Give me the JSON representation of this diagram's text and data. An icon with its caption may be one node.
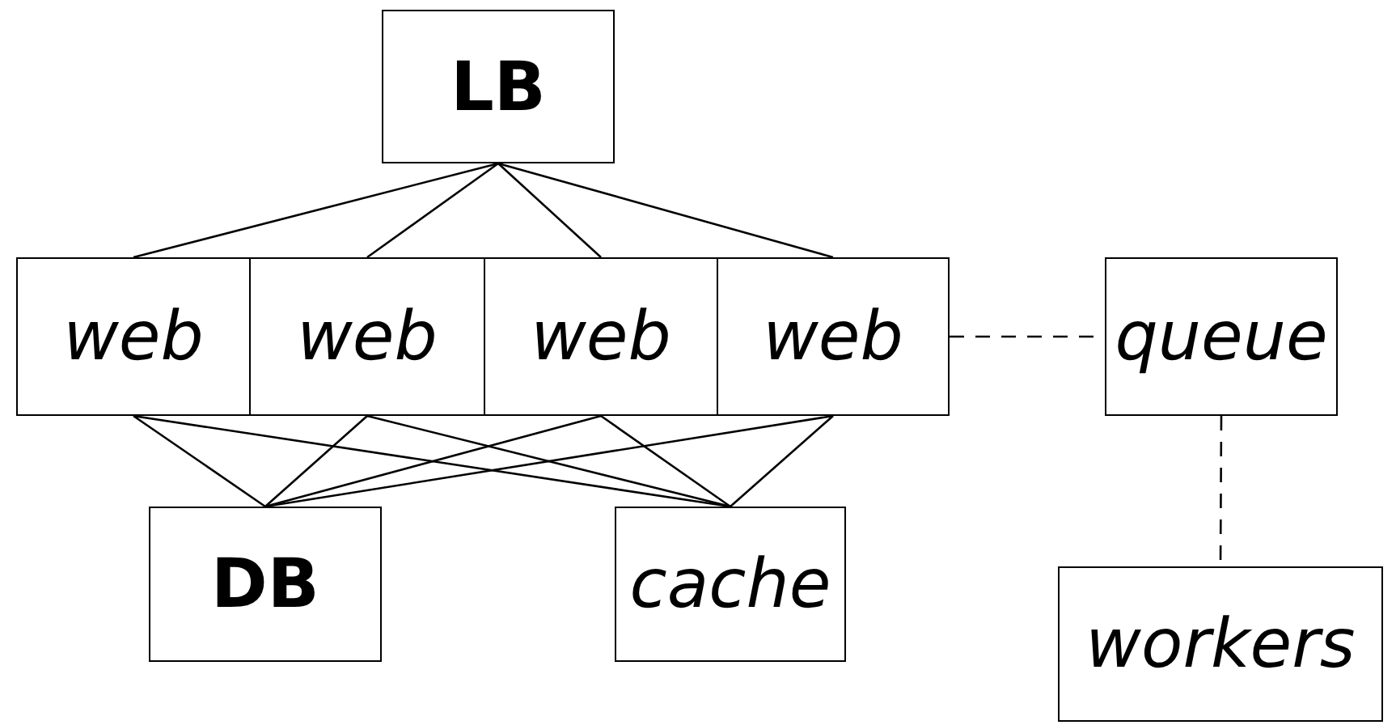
{
  "diagram": {
    "nodes": [
      {
        "text": [
          "LB"
        ]
      },
      {
        "text": [
          "web"
        ]
      },
      {
        "text": [
          "web"
        ]
      },
      {
        "text": [
          "web"
        ]
      },
      {
        "text": [
          "web"
        ]
      },
      {
        "text": [
          "queue"
        ]
      },
      {
        "text": [
          "DB"
        ]
      },
      {
        "text": [
          "cache"
        ]
      },
      {
        "text": [
          "workers"
        ]
      }
    ],
    "edges": [
      {
        "from": 0,
        "to": 1,
        "arrow": "none"
      },
      {
        "from": 0,
        "to": 2,
        "arrow": "none"
      },
      {
        "from": 0,
        "to": 3,
        "arrow": "none"
      },
      {
        "from": 0,
        "to": 4,
        "arrow": "none"
      },
      {
        "from": 1,
        "to": 6,
        "arrow": "none"
      },
      {
        "from": 1,
        "to": 7,
        "arrow": "none"
      },
      {
        "from": 2,
        "to": 6,
        "arrow": "none"
      },
      {
        "from": 2,
        "to": 7,
        "arrow": "none"
      },
      {
        "from": 3,
        "to": 6,
        "arrow": "none"
      },
      {
        "from": 3,
        "to": 7,
        "arrow": "none"
      },
      {
        "from": 4,
        "to": 6,
        "arrow": "none"
      },
      {
        "from": 4,
        "to": 7,
        "arrow": "none"
      },
      {
        "from": 4,
        "to": 5,
        "arrow": "none",
        "style": "dashed"
      },
      {
        "from": 5,
        "to": 8,
        "arrow": "none",
        "style": "dashed"
      }
    ]
  }
}
